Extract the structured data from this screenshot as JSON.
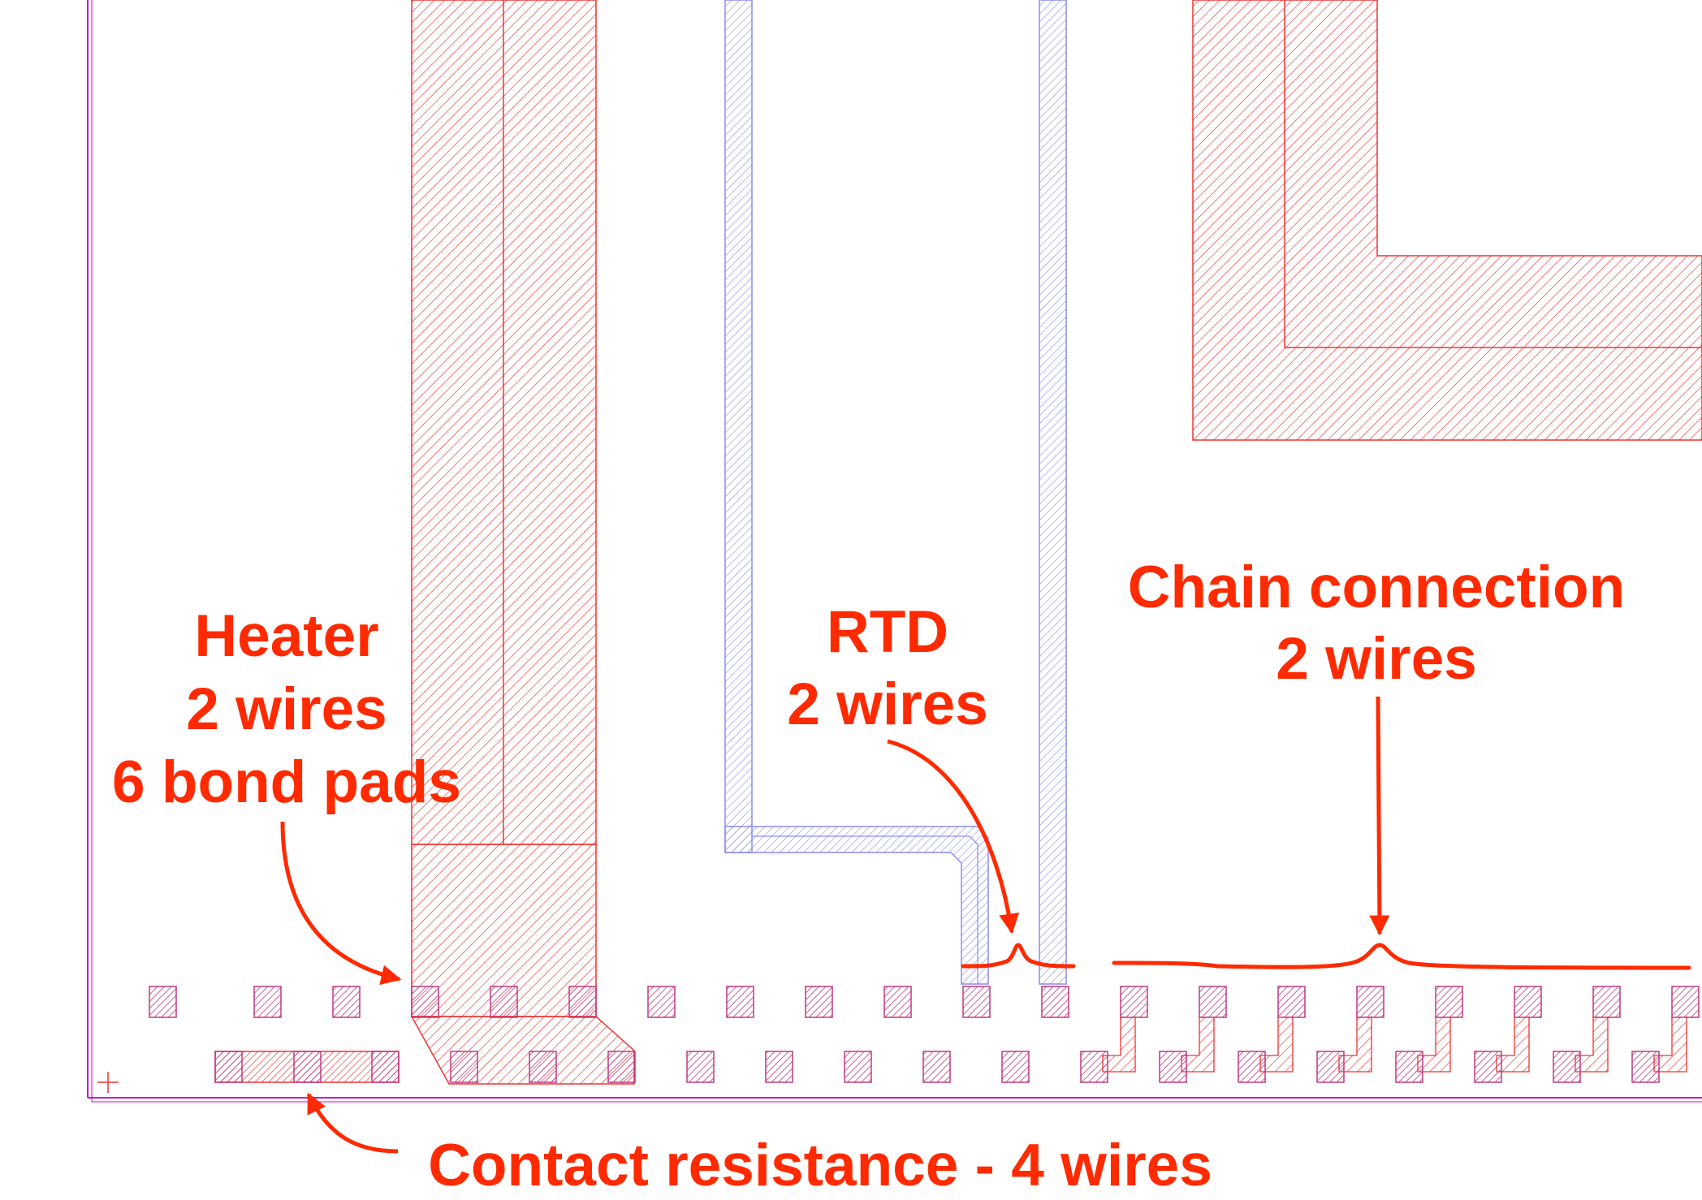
{
  "colors": {
    "annotation": "#ff2a00",
    "metal_red": "#ee3333",
    "blue_trace": "#8c8cee",
    "pad_fill": "#c03880",
    "border": "#cc00cc"
  },
  "labels": {
    "heater": {
      "line1": "Heater",
      "line2": "2 wires",
      "line3": "6 bond pads"
    },
    "rtd": {
      "line1": "RTD",
      "line2": "2 wires"
    },
    "chain": {
      "line1": "Chain connection",
      "line2": "2 wires"
    },
    "contact": {
      "line1": "Contact resistance - 4 wires"
    }
  }
}
